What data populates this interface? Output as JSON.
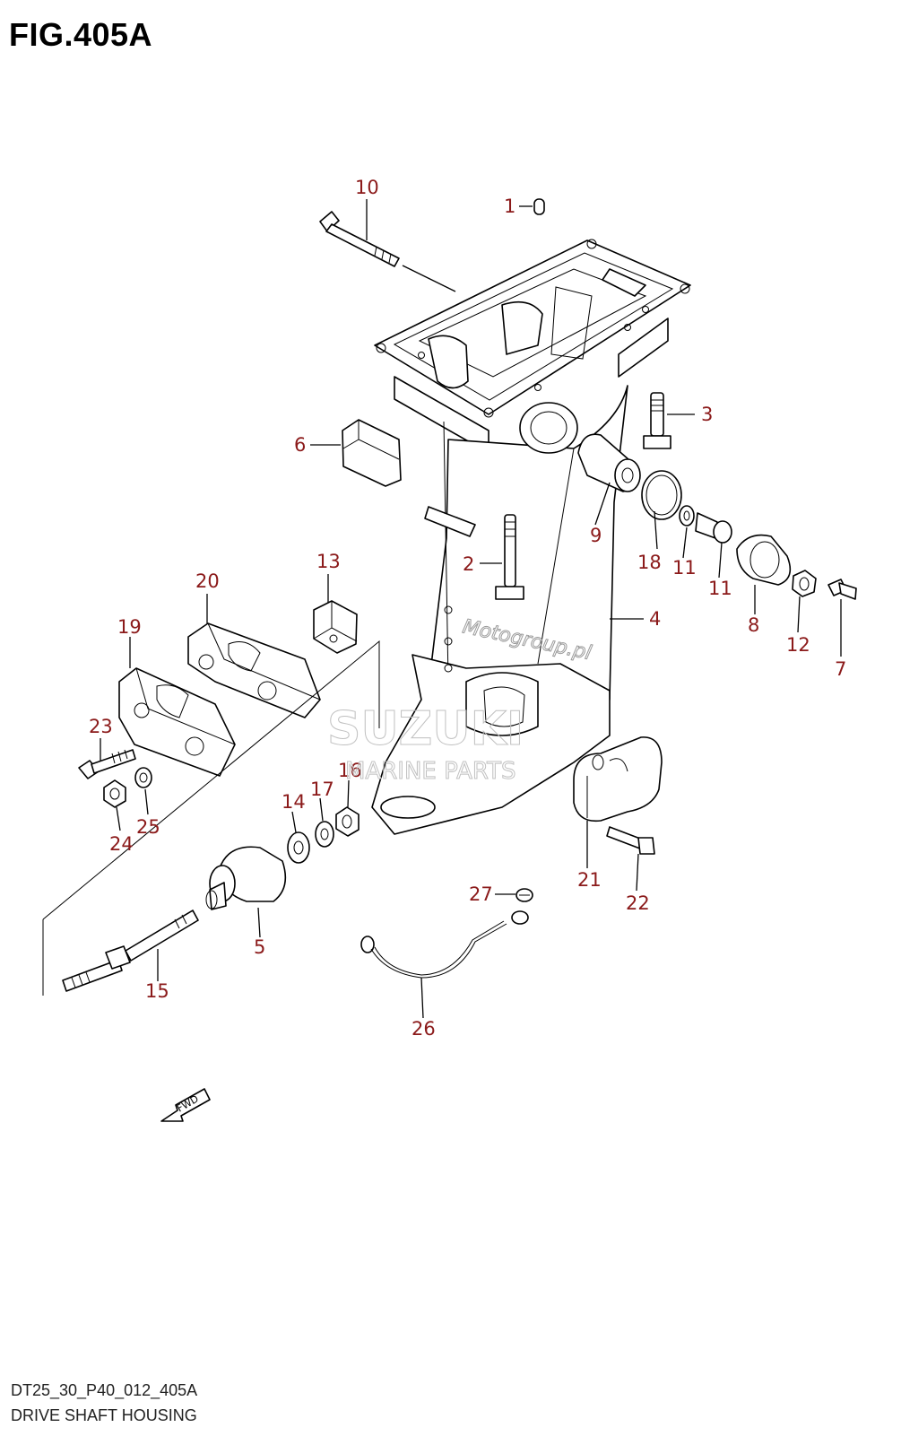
{
  "figure": {
    "title": "FIG.405A"
  },
  "footer": {
    "code": "DT25_30_P40_012_405A",
    "name": "DRIVE SHAFT HOUSING"
  },
  "watermark": {
    "text1": "Motogroup.pl",
    "text2": "SUZUKI",
    "text3": "MARINE PARTS"
  },
  "fwd_label": "FWD",
  "callouts": {
    "c1": "1",
    "c2": "2",
    "c3": "3",
    "c4": "4",
    "c5": "5",
    "c6": "6",
    "c7": "7",
    "c8": "8",
    "c9": "9",
    "c10": "10",
    "c11a": "11",
    "c11b": "11",
    "c12": "12",
    "c13": "13",
    "c14": "14",
    "c15": "15",
    "c16": "16",
    "c17": "17",
    "c18": "18",
    "c19": "19",
    "c20": "20",
    "c21": "21",
    "c22": "22",
    "c23": "23",
    "c24": "24",
    "c25": "25",
    "c26": "26",
    "c27": "27"
  },
  "colors": {
    "callout": "#8b1a1a",
    "line": "#000000",
    "watermark": "#c8c8c8"
  }
}
